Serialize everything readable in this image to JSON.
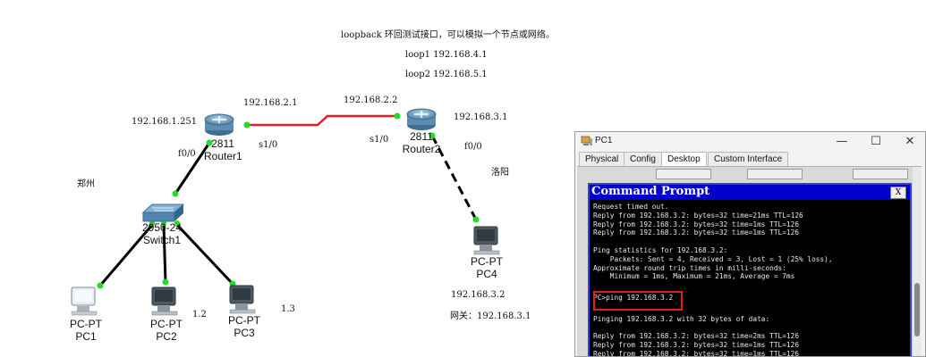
{
  "header": {
    "note": "loopback 环回测试接口，可以模拟一个节点或网络。",
    "loop1": "loop1 192.168.4.1",
    "loop2": "loop2 192.168.5.1"
  },
  "topology": {
    "labels": {
      "r1_lan": "192.168.1.251",
      "r1_wan": "192.168.2.1",
      "r2_wan": "192.168.2.2",
      "r2_lan": "192.168.3.1",
      "r1_s": "s1/0",
      "r2_s": "s1/0",
      "r1_f": "f0/0",
      "r2_f": "f0/0",
      "zhengzhou": "郑州",
      "luoyang": "洛阳",
      "pc2_ip": "1.2",
      "pc3_ip": "1.3",
      "pc4_ip": "192.168.3.2",
      "pc4_gw": "网关：192.168.3.1"
    },
    "devices": {
      "router1": {
        "model": "2811",
        "name": "Router1"
      },
      "router2": {
        "model": "2811",
        "name": "Router2"
      },
      "switch1": {
        "model": "2950-24",
        "name": "Switch1"
      },
      "pc1": {
        "model": "PC-PT",
        "name": "PC1"
      },
      "pc2": {
        "model": "PC-PT",
        "name": "PC2"
      },
      "pc3": {
        "model": "PC-PT",
        "name": "PC3"
      },
      "pc4": {
        "model": "PC-PT",
        "name": "PC4"
      }
    }
  },
  "window": {
    "title": "PC1",
    "controls": {
      "minimize": "—",
      "maximize": "☐",
      "close": "✕"
    },
    "tabs": [
      "Physical",
      "Config",
      "Desktop",
      "Custom Interface"
    ],
    "active_tab": "Desktop",
    "cmd_title": "Command Prompt",
    "cmd_close": "X",
    "terminal": [
      "Request timed out.",
      "Reply from 192.168.3.2: bytes=32 time=21ms TTL=126",
      "Reply from 192.168.3.2: bytes=32 time=1ms TTL=126",
      "Reply from 192.168.3.2: bytes=32 time=1ms TTL=126",
      "",
      "Ping statistics for 192.168.3.2:",
      "    Packets: Sent = 4, Received = 3, Lost = 1 (25% loss),",
      "Approximate round trip times in milli-seconds:",
      "    Minimum = 1ms, Maximum = 21ms, Average = 7ms",
      "",
      "PC>ping 192.168.3.2",
      "",
      "Pinging 192.168.3.2 with 32 bytes of data:",
      "",
      "Reply from 192.168.3.2: bytes=32 time=2ms TTL=126",
      "Reply from 192.168.3.2: bytes=32 time=1ms TTL=126",
      "Reply from 192.168.3.2: bytes=32 time=1ms TTL=126",
      "Reply from 192.168.3.2: bytes=32 time=1ms TTL=126"
    ],
    "highlighted_line": 10
  },
  "colors": {
    "serial_link": "#e02020",
    "link_up": "#22dd22",
    "cmd_titlebar": "#0000cc",
    "highlight": "#e0201a"
  }
}
